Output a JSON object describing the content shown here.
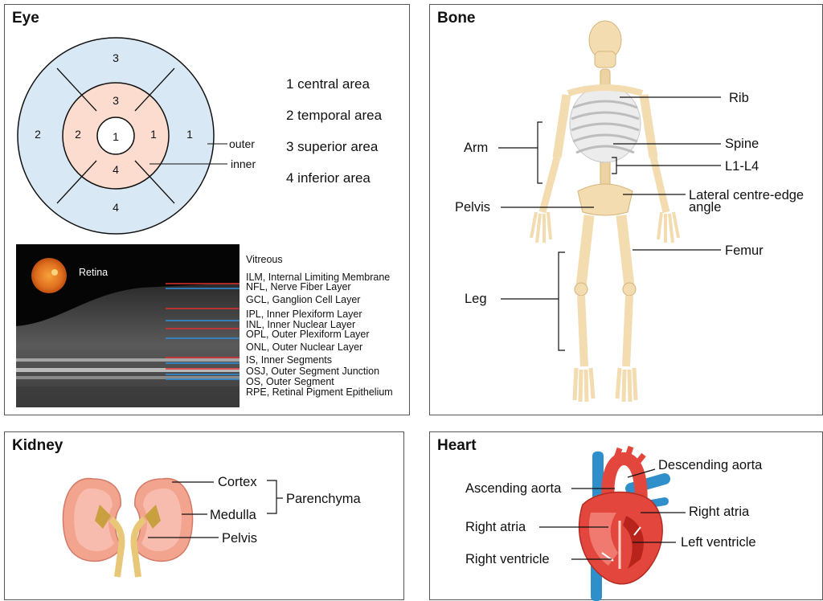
{
  "colors": {
    "outer_ring": "#d9e8f5",
    "inner_ring": "#fbdccf",
    "bone": "#f2dcb0",
    "bone_shade": "#ddbe86",
    "kidney": "#f3a48f",
    "heart_red": "#e2463c",
    "heart_blue": "#2f8fca",
    "tissue": "#e8e0b0"
  },
  "eye": {
    "title": "Eye",
    "grid": {
      "center": "1",
      "inner_top": "3",
      "inner_left": "2",
      "inner_right": "1",
      "inner_bottom": "4",
      "outer_top": "3",
      "outer_left": "2",
      "outer_right": "1",
      "outer_bottom": "4",
      "label_outer": "outer",
      "label_inner": "inner"
    },
    "legend": [
      "1 central area",
      "2 temporal area",
      "3 superior area",
      "4 inferior area"
    ],
    "retina_label": "Retina",
    "layers": [
      "Vitreous",
      "ILM, Internal Limiting Membrane",
      "NFL, Nerve Fiber Layer",
      "GCL, Ganglion Cell Layer",
      "IPL, Inner Plexiform Layer",
      "INL, Inner Nuclear Layer",
      "OPL, Outer Plexiform Layer",
      "ONL, Outer Nuclear Layer",
      "IS, Inner Segments",
      "OSJ, Outer Segment Junction",
      "OS, Outer Segment",
      "RPE, Retinal Pigment Epithelium"
    ]
  },
  "bone": {
    "title": "Bone",
    "labels": {
      "rib": "Rib",
      "spine": "Spine",
      "l1l4": "L1-L4",
      "lcea_1": "Lateral centre-edge",
      "lcea_2": "angle",
      "femur": "Femur",
      "arm": "Arm",
      "pelvis": "Pelvis",
      "leg": "Leg"
    }
  },
  "kidney": {
    "title": "Kidney",
    "labels": {
      "cortex": "Cortex",
      "medulla": "Medulla",
      "pelvis": "Pelvis",
      "parenchyma": "Parenchyma"
    }
  },
  "heart": {
    "title": "Heart",
    "labels": {
      "descending_aorta": "Descending aorta",
      "ascending_aorta": "Ascending aorta",
      "right_atria_1": "Right atria",
      "right_atria_2": "Right atria",
      "left_ventricle": "Left ventricle",
      "right_ventricle": "Right ventricle"
    }
  }
}
